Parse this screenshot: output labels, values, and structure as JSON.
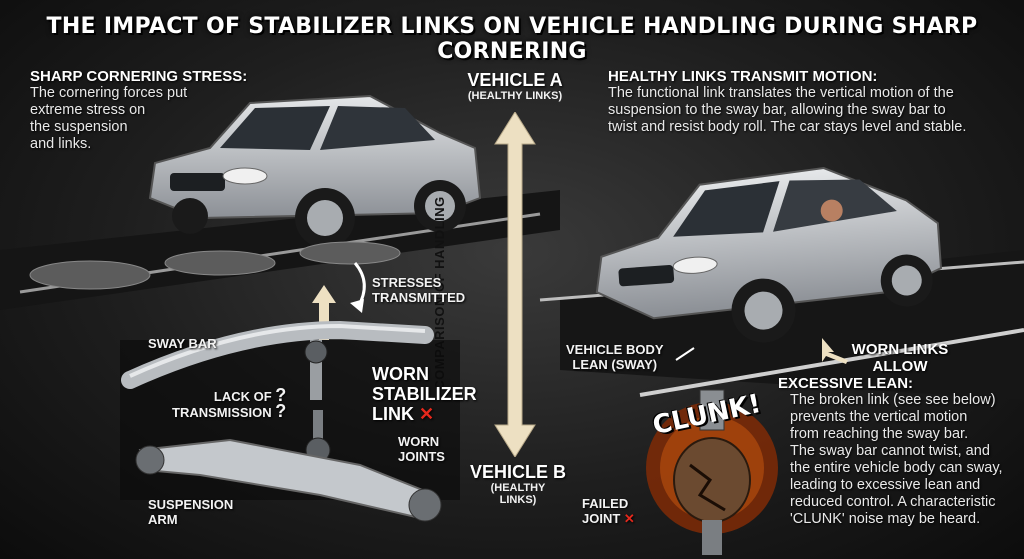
{
  "title": "THE IMPACT OF STABILIZER LINKS ON VEHICLE HANDLING DURING SHARP CORNERING",
  "left_note": {
    "heading": "SHARP CORNERING STRESS:",
    "line1": "The cornering forces put",
    "line2": "extreme stress on",
    "line3": "the suspension",
    "line4": "and links."
  },
  "vehicle_a": {
    "name": "VEHICLE A",
    "sub": "(HEALTHY LINKS)"
  },
  "vehicle_b": {
    "name": "VEHICLE B",
    "sub1": "(HEALTHY",
    "sub2": "LINKS)"
  },
  "axis_label": "COMPARISON OF HANDLING",
  "right_note": {
    "heading": "HEALTHY LINKS TRANSMIT MOTION:",
    "line1": "The functional link translates the vertical motion of the",
    "line2": "suspension to the sway bar, allowing the sway bar to",
    "line3": "twist and resist body roll. The car stays level and stable."
  },
  "labels": {
    "stresses1": "STRESSES",
    "stresses2": "TRANSMITTED",
    "sway_bar": "SWAY BAR",
    "lack1": "LACK OF",
    "lack2": "TRANSMISSION",
    "worn1": "WORN",
    "worn2": "STABILIZER",
    "worn3": "LINK",
    "worn_joints1": "WORN",
    "worn_joints2": "JOINTS",
    "suspension1": "SUSPENSION",
    "suspension2": "ARM",
    "body_lean1": "VEHICLE BODY",
    "body_lean2": "LEAN (SWAY)",
    "failed1": "FAILED",
    "failed2": "JOINT",
    "clunk": "CLUNK!",
    "question": "?",
    "cross": "✕"
  },
  "worn_note": {
    "heading1": "WORN LINKS",
    "heading2": "ALLOW",
    "heading3": "EXCESSIVE LEAN:",
    "line1": "The broken link (see see below)",
    "line2": "prevents the vertical motion",
    "line3": "from reaching the sway bar.",
    "line4": "The sway bar cannot twist, and",
    "line5": "the entire vehicle body can sway,",
    "line6": "leading to excessive lean and",
    "line7": "reduced control. A characteristic",
    "line8": "'CLUNK' noise may be heard."
  },
  "colors": {
    "cross_red": "#e5281c",
    "arrow_cream": "#ede0c2",
    "car_silver": "#c8ccd0"
  }
}
